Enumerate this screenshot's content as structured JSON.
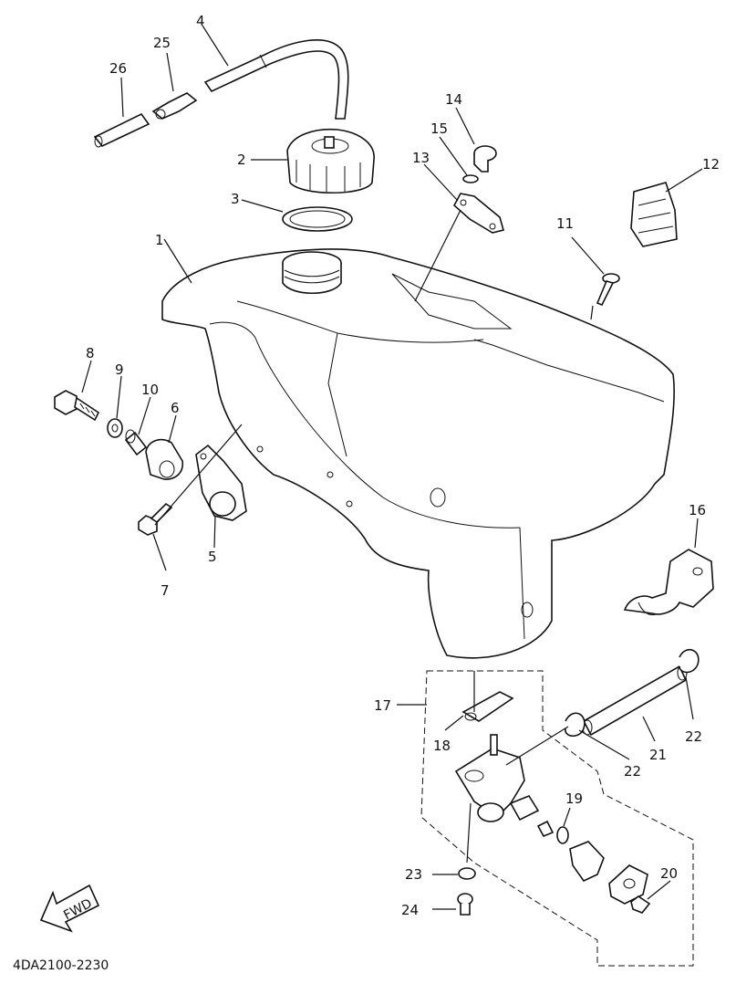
{
  "diagram_code": "4DA2100-2230",
  "direction_label": "FWD",
  "callouts": [
    "1",
    "2",
    "3",
    "4",
    "5",
    "6",
    "7",
    "8",
    "9",
    "10",
    "11",
    "12",
    "13",
    "14",
    "15",
    "16",
    "17",
    "18",
    "19",
    "20",
    "21",
    "22",
    "22",
    "23",
    "24",
    "25",
    "26"
  ]
}
